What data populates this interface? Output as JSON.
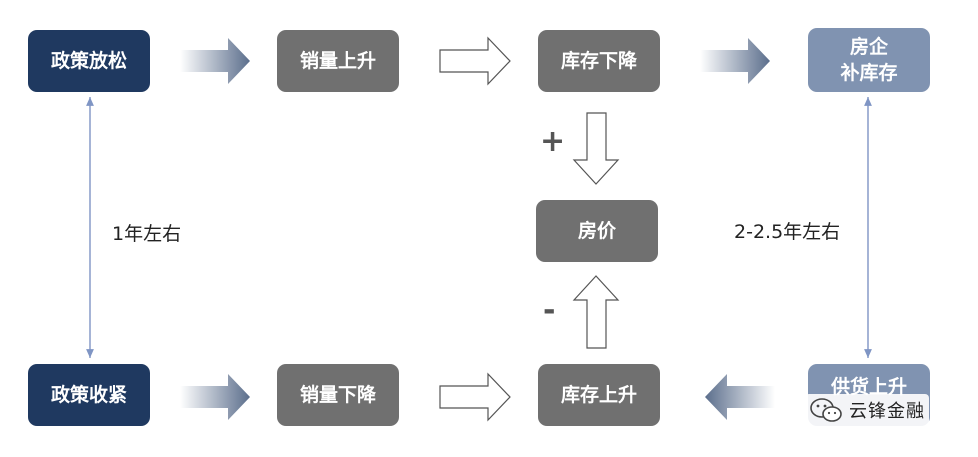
{
  "boxes": {
    "policy_loose": "政策放松",
    "sales_up": "销量上升",
    "inventory_down": "库存下降",
    "developer_restock_line1": "房企",
    "developer_restock_line2": "补库存",
    "house_price": "房价",
    "policy_tight": "政策收紧",
    "sales_down": "销量下降",
    "inventory_up": "库存上升",
    "supply_up": "供货上升"
  },
  "labels": {
    "left_period": "1年左右",
    "right_period": "2-2.5年左右",
    "plus": "+",
    "minus": "-"
  },
  "watermark": {
    "text": "云锋金融",
    "icon": "wechat-icon"
  },
  "colors": {
    "navy": "#1f3960",
    "gray": "#707070",
    "light_blue": "#8093b1",
    "connector": "#7f95c4"
  }
}
